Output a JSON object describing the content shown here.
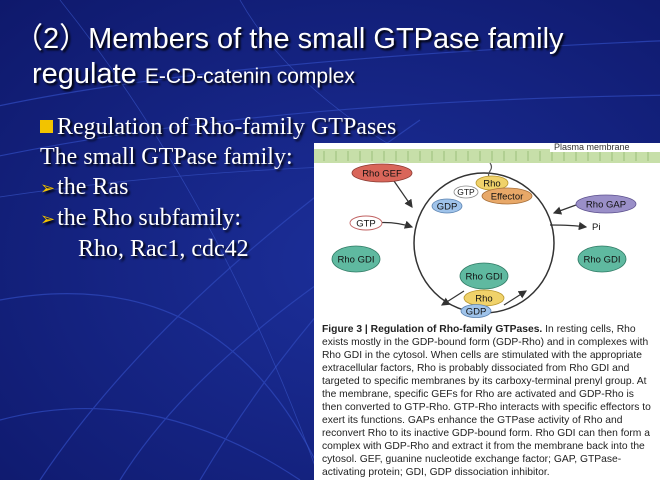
{
  "slide": {
    "title_line1": "（2）Members of the small GTPase family",
    "title_line2a": "regulate ",
    "title_line2b": "E-CD-catenin complex"
  },
  "bullets": {
    "heading": "Regulation of Rho-family GTPases",
    "intro": "The small GTPase family:",
    "item1": "the Ras",
    "item2": "the Rho subfamily:",
    "item2_detail": "Rho, Rac1, cdc42"
  },
  "figure": {
    "membrane_label": "Plasma membrane",
    "nodes": {
      "rho_gef": "Rho GEF",
      "gtp_top": "GTP",
      "rho_top": "Rho",
      "effector": "Effector",
      "gdp_top": "GDP",
      "rho_gap": "Rho GAP",
      "gtp_left": "GTP",
      "pi": "Pi",
      "rho_gdi_left": "Rho GDI",
      "rho_gdi_right": "Rho GDI",
      "rho_gdi_center": "Rho GDI",
      "rho_bottom": "Rho",
      "gdp_bottom": "GDP"
    },
    "caption_bold": "Figure 3 | Regulation of Rho-family GTPases.",
    "caption_text": " In resting cells, Rho exists mostly in the GDP-bound form (GDP-Rho) and in complexes with Rho GDI in the cytosol. When cells are stimulated with the appropriate extracellular factors, Rho is probably dissociated from Rho GDI and targeted to specific membranes by its carboxy-terminal prenyl group. At the membrane, specific GEFs for Rho are activated and GDP-Rho is then converted to GTP-Rho. GTP-Rho interacts with specific effectors to exert its functions. GAPs enhance the GTPase activity of Rho and reconvert Rho to its inactive GDP-bound form. Rho GDI can then form a complex with GDP-Rho and extract it from the membrane back into the cytosol. GEF, guanine nucleotide exchange factor; GAP, GTPase-activating protein; GDI, GDP dissociation inhibitor."
  },
  "colors": {
    "background": "#13217a",
    "bullet_accent": "#f2c300",
    "rho_gef": "#d9665a",
    "rho_gap": "#9a8fc8",
    "rho_gdi": "#5fb9a0",
    "rho": "#f0d26a",
    "gdp": "#9fc3ea",
    "membrane": "#c7dfa9"
  }
}
